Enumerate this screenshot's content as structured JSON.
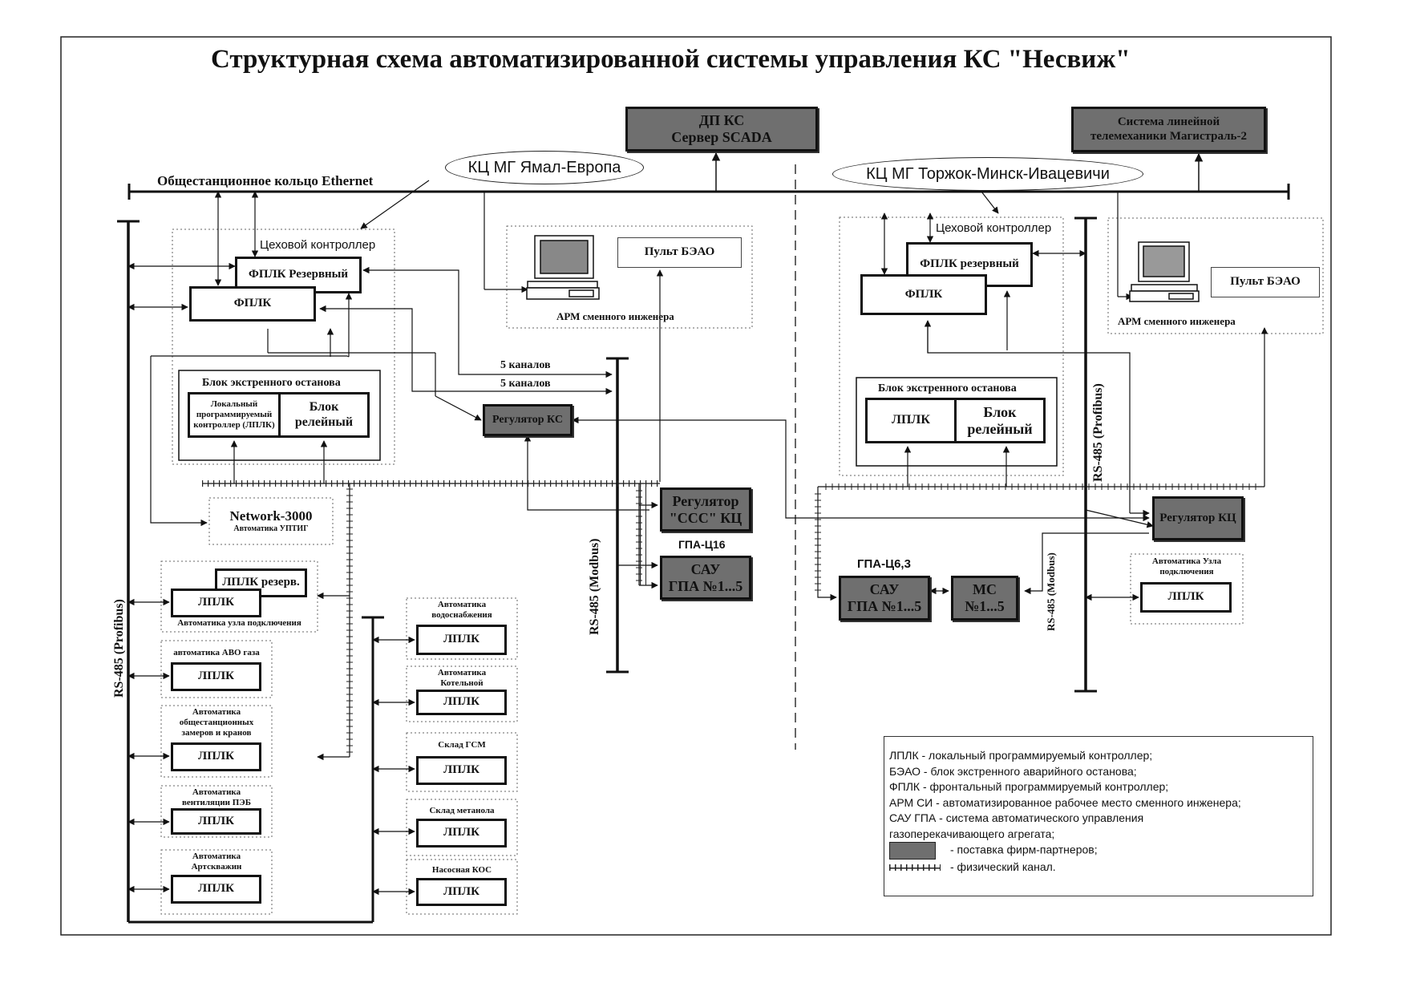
{
  "title": "Структурная схема автоматизированной системы управления  КС \"Несвиж\"",
  "top_boxes": {
    "dc_ks": {
      "line1": "ДП КС",
      "line2": "Сервер SCADA"
    },
    "sys_lin": {
      "line1": "Система линейной",
      "line2": "телемеханики Магистраль-2"
    }
  },
  "ovals": {
    "yamal": "КЦ МГ Ямал-Европа",
    "torzhok": "КЦ МГ Торжок-Минск-Ивацевичи"
  },
  "ethernet_label": "Общестанционное кольцо Ethernet",
  "left": {
    "shop_controller_title": "Цеховой контроллер",
    "fplk_reserve": "ФПЛК Резервный",
    "fplk": "ФПЛК",
    "arm": {
      "caption": "АРМ сменного инженера",
      "pult": "Пульт БЭАО"
    },
    "emergency": {
      "title": "Блок экстренного останова",
      "lplk_l1": "Локальный",
      "lplk_l2": "программируемый",
      "lplk_l3": "контроллер (ЛПЛК)",
      "relay_l1": "Блок",
      "relay_l2": "релейный"
    },
    "channels1": "5 каналов",
    "channels2": "5 каналов",
    "regulator_ks": "Регулятор КС",
    "regulator_sss_l1": "Регулятор",
    "regulator_sss_l2": "\"ССС\" КЦ",
    "gpa_label": "ГПА-Ц16",
    "sau_l1": "САУ",
    "sau_l2": "ГПА №1...5",
    "network3000_name": "Network-3000",
    "network3000_sub": "Автоматика УПТИГ",
    "modbus_label": "RS-485 (Modbus)",
    "profibus_label": "RS-485 (Profibus)",
    "lplk_reserve": "ЛПЛК резерв.",
    "unit_conn_caption": "Автоматика узла подключения",
    "col1": [
      {
        "caption1": "автоматика АВО газа",
        "caption2": "",
        "caption3": "",
        "box": "ЛПЛК"
      },
      {
        "caption1": "Автоматика",
        "caption2": "общестанционных",
        "caption3": "замеров и кранов",
        "box": "ЛПЛК"
      },
      {
        "caption1": "Автоматика",
        "caption2": "вентиляции ПЭБ",
        "caption3": "",
        "box": "ЛПЛК"
      },
      {
        "caption1": "Автоматика",
        "caption2": "Артскважин",
        "caption3": "",
        "box": "ЛПЛК"
      }
    ],
    "unit_conn_box": "ЛПЛК",
    "col2": [
      {
        "caption1": "Автоматика",
        "caption2": "водоснабжения",
        "box": "ЛПЛК"
      },
      {
        "caption1": "Автоматика",
        "caption2": "Котельной",
        "box": "ЛПЛК"
      },
      {
        "caption1": "Склад ГСМ",
        "caption2": "",
        "box": "ЛПЛК"
      },
      {
        "caption1": "Склад метанола",
        "caption2": "",
        "box": "ЛПЛК"
      },
      {
        "caption1": "Насосная КОС",
        "caption2": "",
        "box": "ЛПЛК"
      }
    ]
  },
  "right": {
    "shop_controller_title": "Цеховой контроллер",
    "fplk_reserve": "ФПЛК резервный",
    "fplk": "ФПЛК",
    "arm": {
      "caption": "АРМ сменного инженера",
      "pult": "Пульт БЭАО"
    },
    "emergency": {
      "title": "Блок экстренного останова",
      "lplk": "ЛПЛК",
      "relay_l1": "Блок",
      "relay_l2": "релейный"
    },
    "profibus_label": "RS-485 (Profibus)",
    "modbus_label": "RS-485 (Modbus)",
    "regulator_kc": "Регулятор КЦ",
    "gpa_label": "ГПА-Ц6,3",
    "sau_l1": "САУ",
    "sau_l2": "ГПА №1...5",
    "mc_l1": "МС",
    "mc_l2": "№1...5",
    "unit_caption1": "Автоматика Узла",
    "unit_caption2": "подключения",
    "unit_box": "ЛПЛК"
  },
  "legend": {
    "l1": "ЛПЛК - локальный программируемый контроллер;",
    "l2": "БЭАО - блок экстренного аварийного останова;",
    "l3": "ФПЛК - фронтальный программируемый контроллер;",
    "l4": "АРМ СИ - автоматизированное рабочее место сменного инженера;",
    "l5": "САУ ГПА - система автоматического управления",
    "l6": "газоперекачивающего  агрегата;",
    "l7": "- поставка фирм-партнеров;",
    "l8": "- физический канал."
  },
  "colors": {
    "partner_fill": "#6f6f6f",
    "line": "#111111"
  }
}
